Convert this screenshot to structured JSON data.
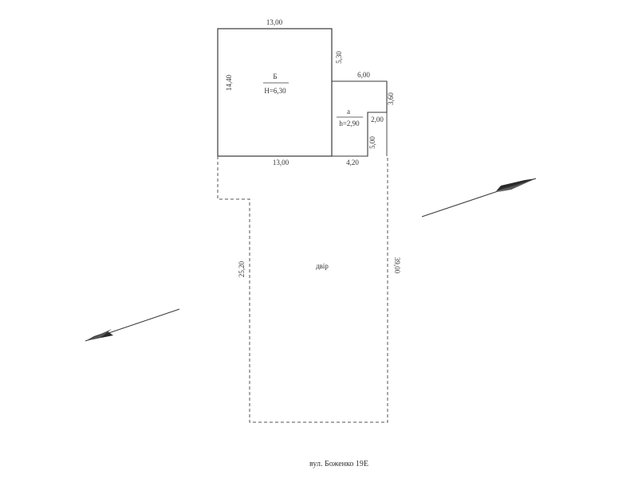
{
  "building_b": {
    "letter": "Б",
    "height": "Н=6,30",
    "dim_top": "13,00",
    "dim_left": "14,40",
    "dim_right": "5,30",
    "dim_bottom": "13,00"
  },
  "building_a": {
    "letter": "а",
    "height": "h=2,90",
    "dim_top": "6,00",
    "dim_right_top": "3,60",
    "dim_right_inner": "2,00",
    "dim_right_lower": "5,00",
    "dim_bottom": "4,20"
  },
  "yard": {
    "label": "двір",
    "dim_left": "25,20",
    "dim_right": "39,00"
  },
  "street": {
    "address": "вул. Боженко 19Е"
  },
  "colors": {
    "line": "#3a3a3a",
    "background": "#ffffff"
  }
}
